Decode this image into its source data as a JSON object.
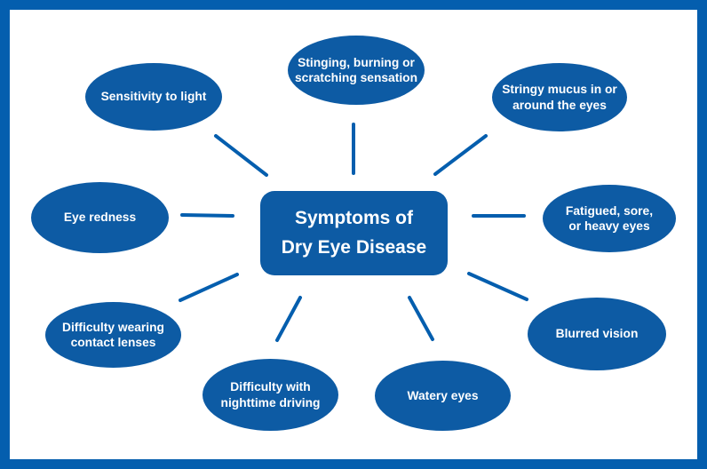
{
  "diagram": {
    "center": {
      "title": "Symptoms of\nDry Eye Disease"
    },
    "nodes": [
      {
        "id": "sensitivity-to-light",
        "label": "Sensitivity to light"
      },
      {
        "id": "stinging-burning-scratching",
        "label": "Stinging, burning or\nscratching sensation"
      },
      {
        "id": "stringy-mucus",
        "label": "Stringy mucus in or\naround the eyes"
      },
      {
        "id": "eye-redness",
        "label": "Eye redness"
      },
      {
        "id": "fatigued-sore-heavy-eyes",
        "label": "Fatigued, sore,\nor heavy eyes"
      },
      {
        "id": "difficulty-wearing-contact-lenses",
        "label": "Difficulty wearing\ncontact lenses"
      },
      {
        "id": "difficulty-nighttime-driving",
        "label": "Difficulty with\nnighttime driving"
      },
      {
        "id": "watery-eyes",
        "label": "Watery eyes"
      },
      {
        "id": "blurred-vision",
        "label": "Blurred vision"
      }
    ],
    "colors": {
      "shape_fill": "#0D5BA4",
      "connector_line": "#045EAE",
      "border_frame": "#045EAE",
      "text": "#FFFFFF",
      "background": "#FFFFFF"
    }
  }
}
